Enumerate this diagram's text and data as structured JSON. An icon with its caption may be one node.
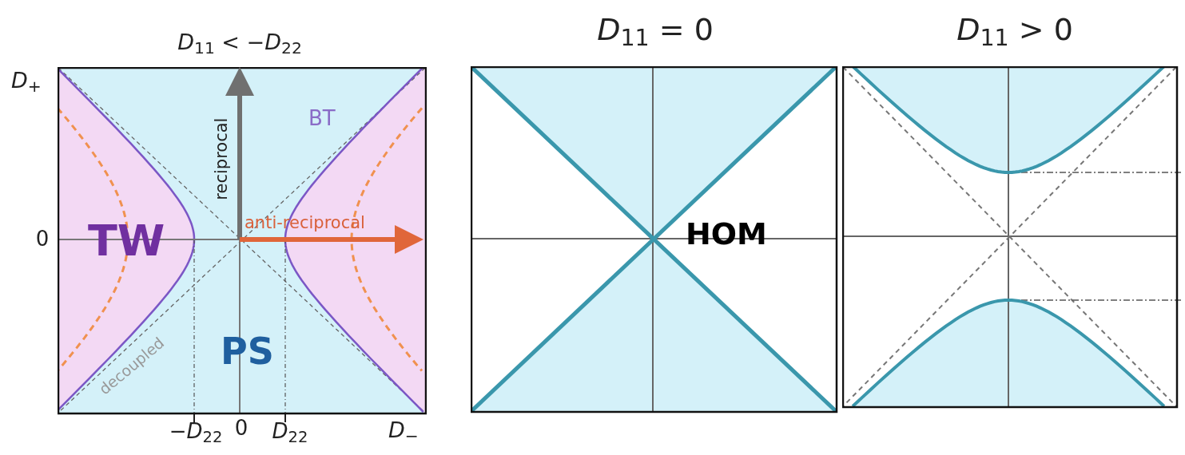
{
  "diagram": {
    "labels": [
      "*D*$_{11}$ < −*D*$_{22}$",
      "*D*$_{11}$ = 0",
      "*D*$_{11}$ > 0",
      "*D*$_{+}$",
      "BT",
      "reciprocal",
      "0",
      "TW",
      "anti-reciprocal",
      "HOM",
      "decoupled",
      "PS",
      "−*D*$_{22}$",
      "0",
      "*D*$_{22}$",
      "*D*$_{−}$"
    ]
  }
}
